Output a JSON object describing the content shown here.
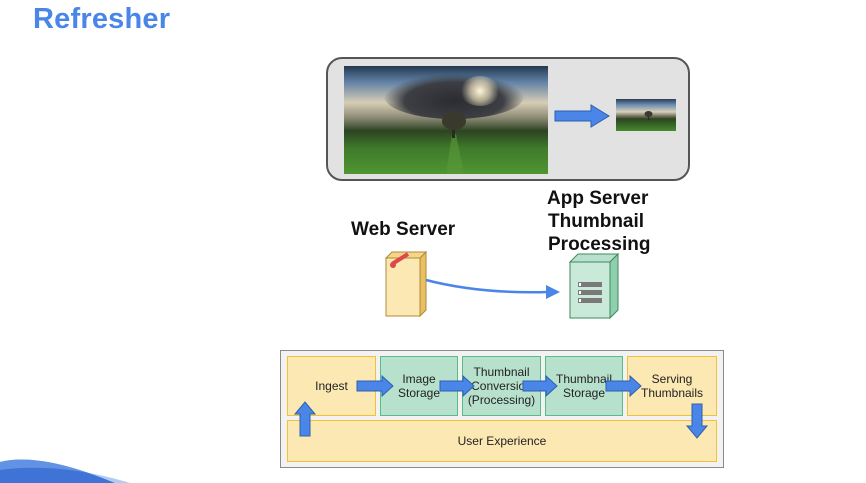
{
  "title": "Refresher",
  "labels": {
    "web_server": "Web Server",
    "app_server_line1": "App Server",
    "app_server_line2": "Thumbnail",
    "app_server_line3": "Processing"
  },
  "pipeline": {
    "ingest": "Ingest",
    "image_storage_l1": "Image",
    "image_storage_l2": "Storage",
    "conversion_l1": "Thumbnail",
    "conversion_l2": "Conversion",
    "conversion_l3": "(Processing)",
    "thumb_storage_l1": "Thumbnail",
    "thumb_storage_l2": "Storage",
    "serving_l1": "Serving",
    "serving_l2": "Thumbnails",
    "user_experience": "User Experience"
  },
  "colors": {
    "accent": "#4a86e8",
    "yellow_box": "#fce8b2",
    "green_box": "#b7e1cd"
  },
  "icons": {
    "web_server": "server-box-icon",
    "app_server": "app-server-icon"
  }
}
